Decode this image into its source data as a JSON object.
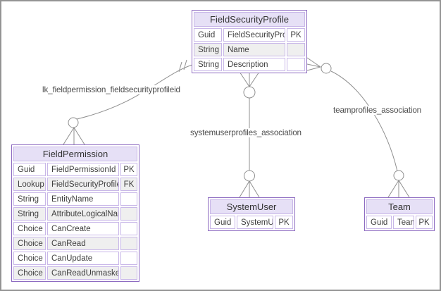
{
  "colors": {
    "frame_border": "#949494",
    "entity_border": "#8d6bc1",
    "entity_header_bg": "#e6e0f6",
    "cell_border": "#c8b7e8",
    "alt_row_bg": "#efefef",
    "line": "#8f8f8f",
    "label_text": "#4d4d4d"
  },
  "entities": [
    {
      "id": "fieldSecurityProfile",
      "title": "FieldSecurityProfile",
      "rows": [
        {
          "type": "Guid",
          "name": "FieldSecurityProfileId",
          "key": "PK"
        },
        {
          "type": "String",
          "name": "Name",
          "key": ""
        },
        {
          "type": "String",
          "name": "Description",
          "key": ""
        }
      ]
    },
    {
      "id": "fieldPermission",
      "title": "FieldPermission",
      "rows": [
        {
          "type": "Guid",
          "name": "FieldPermissionId",
          "key": "PK"
        },
        {
          "type": "Lookup",
          "name": "FieldSecurityProfileId",
          "key": "FK"
        },
        {
          "type": "String",
          "name": "EntityName",
          "key": ""
        },
        {
          "type": "String",
          "name": "AttributeLogicalName",
          "key": ""
        },
        {
          "type": "Choice",
          "name": "CanCreate",
          "key": ""
        },
        {
          "type": "Choice",
          "name": "CanRead",
          "key": ""
        },
        {
          "type": "Choice",
          "name": "CanUpdate",
          "key": ""
        },
        {
          "type": "Choice",
          "name": "CanReadUnmasked",
          "key": ""
        }
      ]
    },
    {
      "id": "systemUser",
      "title": "SystemUser",
      "rows": [
        {
          "type": "Guid",
          "name": "SystemUserId",
          "key": "PK"
        }
      ]
    },
    {
      "id": "team",
      "title": "Team",
      "rows": [
        {
          "type": "Guid",
          "name": "TeamID",
          "key": "PK"
        }
      ]
    }
  ],
  "relationships": [
    {
      "label": "lk_fieldpermission_fieldsecurityprofileid",
      "from": "FieldSecurityProfile",
      "to": "FieldPermission",
      "from_marker": "exactly-one",
      "to_marker": "zero-or-many"
    },
    {
      "label": "systemuserprofiles_association",
      "from": "FieldSecurityProfile",
      "to": "SystemUser",
      "from_marker": "zero-or-many",
      "to_marker": "zero-or-many"
    },
    {
      "label": "teamprofiles_association",
      "from": "FieldSecurityProfile",
      "to": "Team",
      "from_marker": "zero-or-many",
      "to_marker": "zero-or-many"
    }
  ]
}
